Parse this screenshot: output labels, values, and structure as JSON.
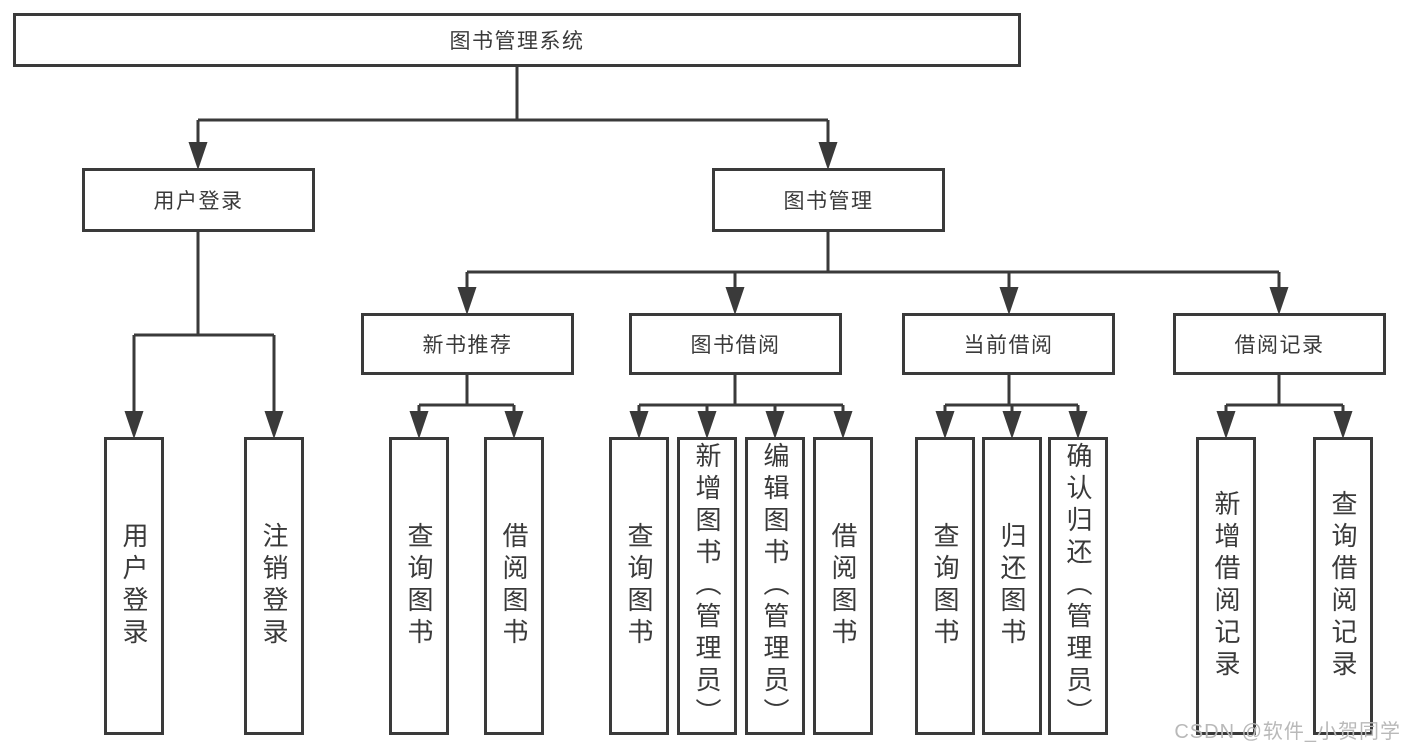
{
  "colors": {
    "line": "#3a3a3a",
    "box_border": "#3a3a3a",
    "box_background": "#ffffff",
    "text": "#3a3a3a",
    "watermark": "#b9b9b9",
    "page_background": "#ffffff"
  },
  "watermark": "CSDN @软件_小贺同学",
  "tree": {
    "label": "图书管理系统",
    "children": [
      {
        "label": "用户登录",
        "children": [
          {
            "label": "用户登录"
          },
          {
            "label": "注销登录"
          }
        ]
      },
      {
        "label": "图书管理",
        "children": [
          {
            "label": "新书推荐",
            "children": [
              {
                "label": "查询图书"
              },
              {
                "label": "借阅图书"
              }
            ]
          },
          {
            "label": "图书借阅",
            "children": [
              {
                "label": "查询图书"
              },
              {
                "label": "新增图书（管理员）"
              },
              {
                "label": "编辑图书（管理员）"
              },
              {
                "label": "借阅图书"
              }
            ]
          },
          {
            "label": "当前借阅",
            "children": [
              {
                "label": "查询图书"
              },
              {
                "label": "归还图书"
              },
              {
                "label": "确认归还（管理员）"
              }
            ]
          },
          {
            "label": "借阅记录",
            "children": [
              {
                "label": "新增借阅记录"
              },
              {
                "label": "查询借阅记录"
              }
            ]
          }
        ]
      }
    ]
  }
}
